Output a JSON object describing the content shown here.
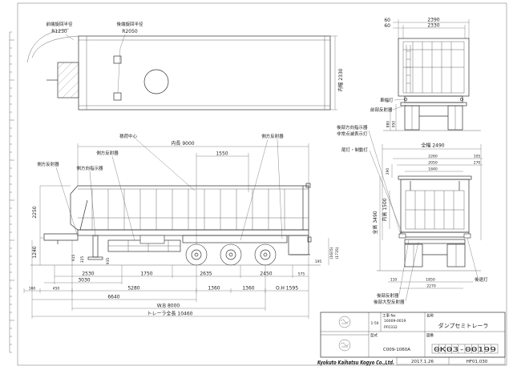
{
  "plan_view": {
    "front_radius_label": "前端旋回半径",
    "front_radius": "R1230",
    "rear_radius_label": "後端旋回半径",
    "rear_radius": "R2050",
    "inner_width": "内幅 2330"
  },
  "front_view": {
    "overall_width_side": "60",
    "overall_width": "2390",
    "inner_width_side": "60",
    "inner_width": "2330",
    "height_a": "950",
    "height_b": "880",
    "labels": [
      "車幅灯",
      "前部反射器"
    ]
  },
  "side_view": {
    "load_center": "積荷中心",
    "inner_length": "内長 9000",
    "load_center_offset": "1550",
    "labels": [
      "側方反射器",
      "側方向指示器",
      "側方反射器",
      "側方反射器"
    ],
    "height_dims": [
      "2250",
      "1240"
    ],
    "small_dims": [
      "915",
      "325",
      "935"
    ],
    "row1": [
      "2530",
      "1750",
      "2635",
      "2450"
    ],
    "rear_dims": [
      "195",
      "575"
    ],
    "row2": "3030",
    "row3": [
      "160",
      "450",
      "5280",
      "1360",
      "1360",
      "O.H 1595"
    ],
    "row4": "6640",
    "wheelbase": "W.B 8000",
    "overall_length": "トレーラ全長 10460",
    "paren_dims": [
      "(1605)",
      "(1735)"
    ]
  },
  "rear_view": {
    "labels_upper": [
      "後部方向指示器",
      "非常点滅表示灯",
      "尾灯・制動灯"
    ],
    "overall_width": "全幅 2490",
    "width_dims": [
      "2260",
      "105",
      "2050",
      "270",
      "1840"
    ],
    "top_height": "290",
    "inner_height": "内高 1500",
    "overall_height": "全高 3490",
    "bottom_dims": [
      "110",
      "1850",
      "2270"
    ],
    "labels_lower": [
      "後部反射器",
      "後部大型反射器"
    ],
    "reverse_lamp": "後退灯"
  },
  "title_block": {
    "scale": "1:50",
    "job_no_label": "工事 No",
    "job_no": "16009-0019",
    "sub_no": "PF0332",
    "name_label": "名称",
    "name": "ダンプセミトレーラ",
    "model_label": "型式",
    "model": "C009-1060A",
    "drawing_no_label": "図番",
    "drawing_no": "0K03-00199",
    "date": "2017.1.26",
    "revision": "HF01.030"
  },
  "company": "Kyokuto Kaihatsu Kogyo Co.,Ltd."
}
